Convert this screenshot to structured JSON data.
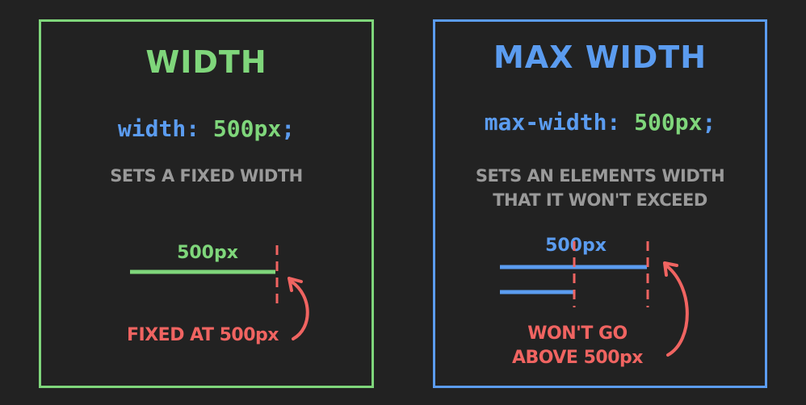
{
  "width_panel": {
    "title": "WIDTH",
    "code": {
      "property": "width:",
      "value": "500px",
      "semicolon": ";"
    },
    "description": "SETS A FIXED WIDTH",
    "measure_label": "500px",
    "annotation": "FIXED AT 500px"
  },
  "max_width_panel": {
    "title": "MAX WIDTH",
    "code": {
      "property": "max-width:",
      "value": "500px",
      "semicolon": ";"
    },
    "description_lines": [
      "SETS AN ELEMENTS WIDTH",
      "THAT IT WON'T EXCEED"
    ],
    "measure_label": "500px",
    "annotation_lines": [
      "WON'T GO",
      "ABOVE 500px"
    ]
  },
  "colors": {
    "background": "#222222",
    "green": "#7fd67b",
    "blue": "#5b9cf0",
    "red": "#f06461",
    "gray": "#9a9a9a"
  }
}
